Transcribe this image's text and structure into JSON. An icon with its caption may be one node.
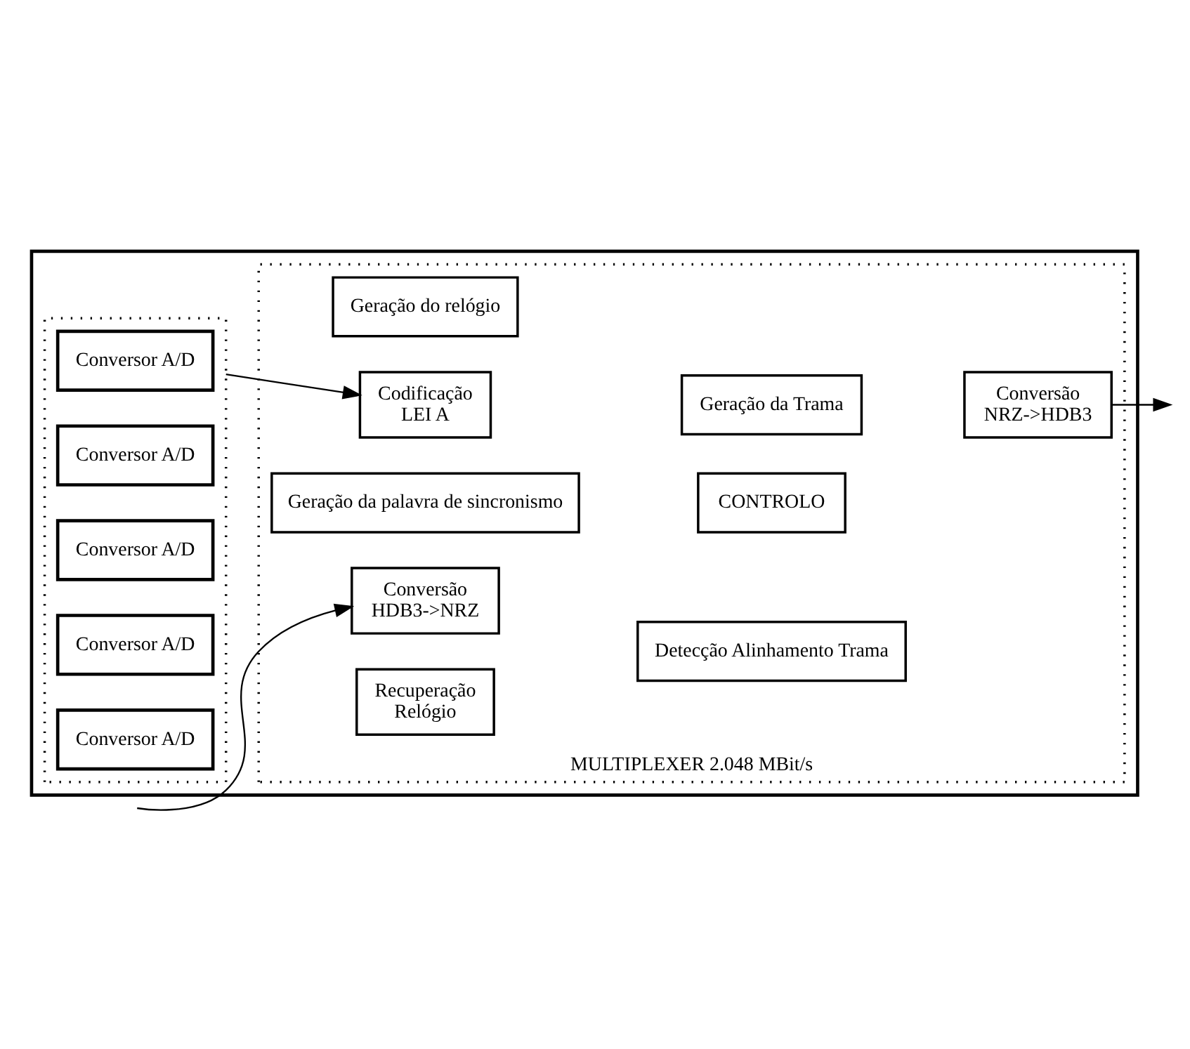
{
  "diagram": {
    "nodes": [
      {
        "text": [],
        "shape": "box"
      },
      {
        "text": [],
        "shape": "box",
        "in": 0
      },
      {
        "text": [
          "Conversor A/D"
        ],
        "in": 1
      },
      {
        "text": [
          "Conversor A/D"
        ],
        "in": 1
      },
      {
        "text": [
          "Conversor A/D"
        ],
        "in": 1
      },
      {
        "text": [
          "Conversor A/D"
        ],
        "in": 1
      },
      {
        "text": [
          "Conversor A/D"
        ],
        "in": 1
      },
      {
        "text": [
          "MULTIPLEXER 2.048 MBit/s"
        ],
        "in": 0
      },
      {
        "text": [
          "Geração do relógio"
        ],
        "in": 7
      },
      {
        "text": [
          "Codificação",
          "LEI A"
        ],
        "in": 7
      },
      {
        "text": [
          "Geração da Trama"
        ],
        "in": 7
      },
      {
        "text": [
          "Conversão",
          "NRZ->HDB3"
        ],
        "in": 7
      },
      {
        "text": [
          "Geração da palavra de sincronismo"
        ],
        "in": 7
      },
      {
        "text": [
          "CONTROLO"
        ],
        "in": 7
      },
      {
        "text": [
          "Conversão",
          "HDB3->NRZ"
        ],
        "in": 7
      },
      {
        "text": [
          "Detecção Alinhamento Trama"
        ],
        "in": 7
      },
      {
        "text": [
          "Recuperação",
          "Relógio"
        ],
        "in": 7
      }
    ],
    "edges": [
      {
        "from": 1,
        "to": 9,
        "arrow": "to"
      },
      {
        "from": 11,
        "to": null,
        "arrow": "to"
      },
      {
        "from": null,
        "to": 14,
        "arrow": "to"
      }
    ]
  }
}
